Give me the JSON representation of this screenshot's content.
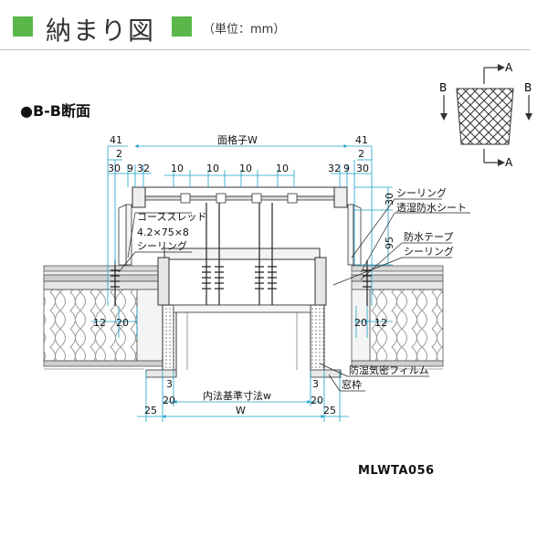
{
  "header": {
    "title": "納まり図",
    "unit": "（単位：mm）",
    "square_color": "#5ab84b"
  },
  "section_label": "●B-B断面",
  "key": {
    "label_a_top": "A",
    "label_a_bottom": "A",
    "label_b_left": "B",
    "label_b_right": "B"
  },
  "dimensions": {
    "top_w": "面格子W",
    "left_41": "41",
    "left_2": "2",
    "left_30": "30",
    "left_9": "9",
    "left_32": "32",
    "mid_10a": "10",
    "mid_10b": "10",
    "mid_10c": "10",
    "mid_10d": "10",
    "right_32": "32",
    "right_9": "9",
    "right_30": "30",
    "right_41": "41",
    "right_2": "2",
    "vert_30": "30",
    "vert_95": "95",
    "left_12": "12",
    "left_20": "20",
    "right_20": "20",
    "right_12": "12",
    "bottom_3_left": "3",
    "bottom_3_right": "3",
    "bottom_20_left": "20",
    "bottom_20_right": "20",
    "inner_w": "内法基準寸法w",
    "bottom_W": "W",
    "bottom_25_left": "25",
    "bottom_25_right": "25"
  },
  "labels": {
    "coarse_thread": "コーススレッド",
    "screw_size": "4.2×75×8",
    "sealing_left": "シーリング",
    "sealing_right_top": "シーリング",
    "moisture_sheet": "透湿防水シート",
    "waterproof_tape": "防水テープ",
    "sealing_right_mid": "シーリング",
    "vapor_film": "防湿気密フィルム",
    "window_frame": "窓枠"
  },
  "model": "MLWTA056"
}
